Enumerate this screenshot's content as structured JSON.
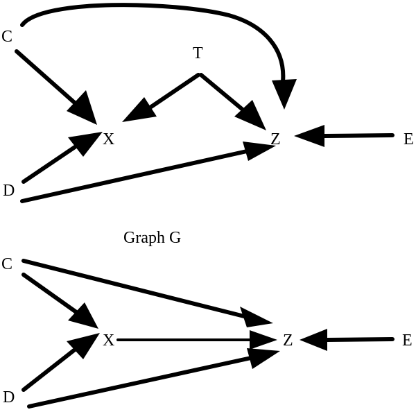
{
  "graph_g": {
    "caption": "Graph G",
    "nodes": {
      "C": "C",
      "T": "T",
      "X": "X",
      "Z": "Z",
      "E": "E",
      "D": "D"
    },
    "edges": [
      {
        "from": "C",
        "to": "Z",
        "style": "curved"
      },
      {
        "from": "C",
        "to": "X"
      },
      {
        "from": "T",
        "to": "X"
      },
      {
        "from": "T",
        "to": "Z"
      },
      {
        "from": "E",
        "to": "Z"
      },
      {
        "from": "D",
        "to": "X"
      },
      {
        "from": "D",
        "to": "Z"
      }
    ]
  },
  "graph_2": {
    "nodes": {
      "C": "C",
      "X": "X",
      "Z": "Z",
      "E": "E",
      "D": "D"
    },
    "edges": [
      {
        "from": "C",
        "to": "Z"
      },
      {
        "from": "C",
        "to": "X"
      },
      {
        "from": "X",
        "to": "Z"
      },
      {
        "from": "E",
        "to": "Z"
      },
      {
        "from": "D",
        "to": "X"
      },
      {
        "from": "D",
        "to": "Z"
      }
    ]
  }
}
